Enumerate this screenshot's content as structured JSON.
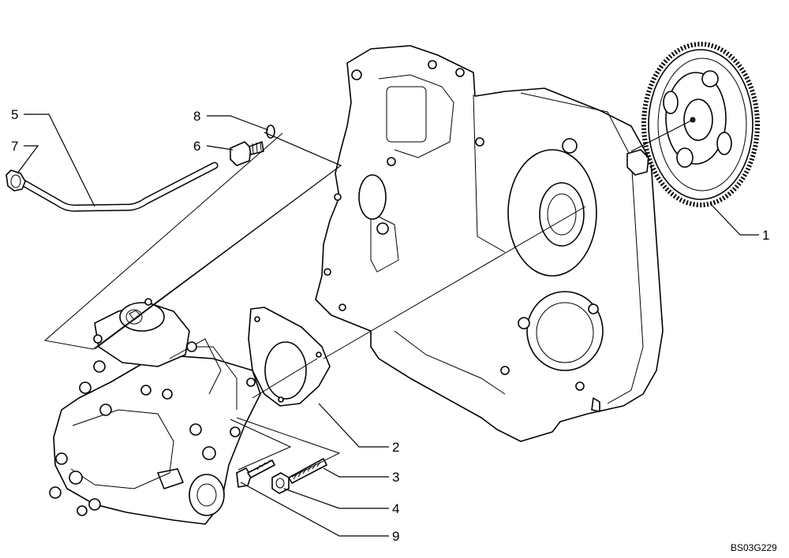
{
  "figure": {
    "reference_code": "BS03G229",
    "callouts": [
      {
        "id": "c1",
        "number": "1"
      },
      {
        "id": "c2",
        "number": "2"
      },
      {
        "id": "c3",
        "number": "3"
      },
      {
        "id": "c4",
        "number": "4"
      },
      {
        "id": "c5",
        "number": "5"
      },
      {
        "id": "c6",
        "number": "6"
      },
      {
        "id": "c7",
        "number": "7"
      },
      {
        "id": "c8",
        "number": "8"
      },
      {
        "id": "c9",
        "number": "9"
      }
    ]
  }
}
